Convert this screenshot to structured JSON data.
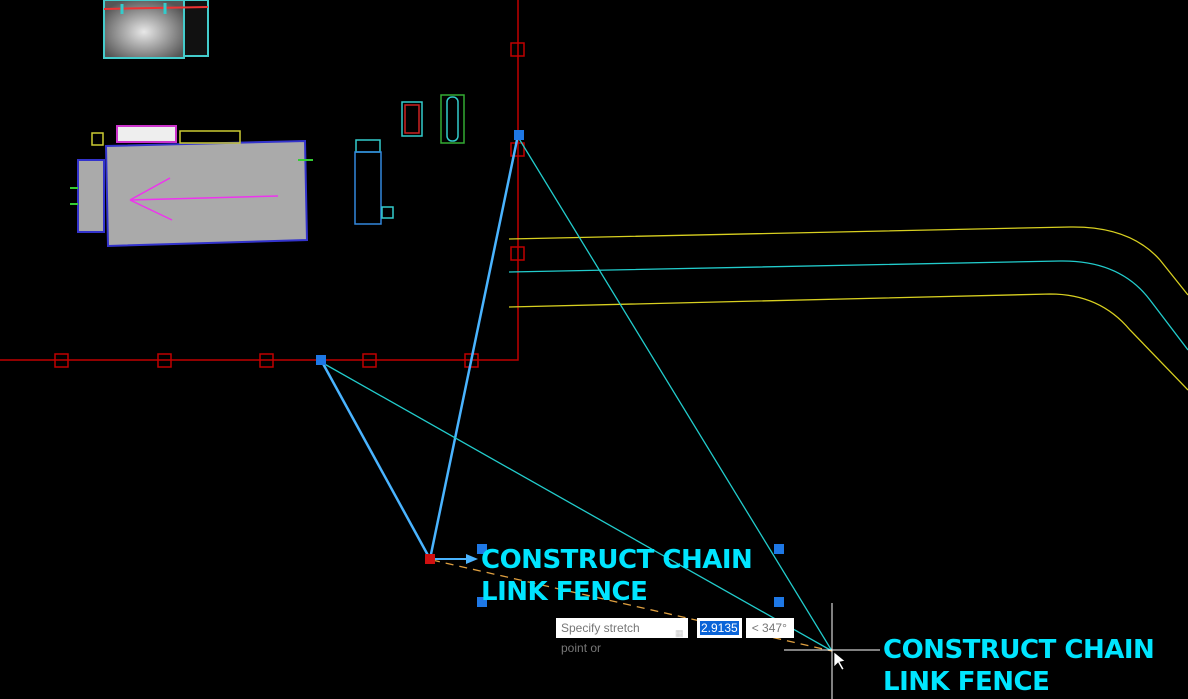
{
  "drawing": {
    "mtext_selected": {
      "line1": "CONSTRUCT CHAIN",
      "line2": "LINK FENCE"
    },
    "mtext_preview": {
      "line1": "CONSTRUCT CHAIN",
      "line2": "LINK FENCE"
    }
  },
  "dynamic_input": {
    "prompt": "Specify stretch point or",
    "distance_value": "2.9135",
    "angle_value": "< 347°"
  },
  "colors": {
    "background": "#000000",
    "fence": "#c00000",
    "grip": "#1e78e6",
    "grip_hot": "#d01010",
    "leader": "#22d3d3",
    "text": "#00e5ff",
    "road": "#d8d020"
  }
}
